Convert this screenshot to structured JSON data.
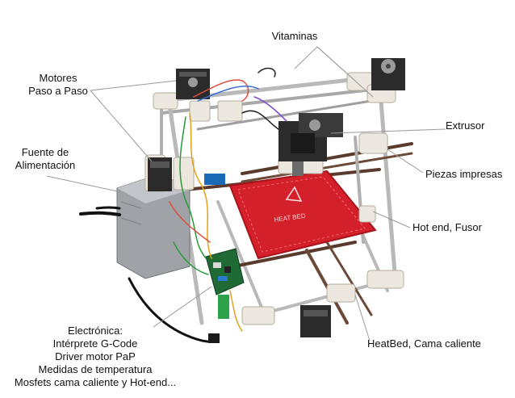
{
  "labels": {
    "vitaminas": "Vitaminas",
    "motores": [
      "Motores",
      "Paso a Paso"
    ],
    "fuente": [
      "Fuente de",
      "Alimentación"
    ],
    "extrusor": "Extrusor",
    "piezas": "Piezas impresas",
    "hotend": "Hot end, Fusor",
    "heatbed": "HeatBed, Cama caliente",
    "electronica": [
      "Electrónica:",
      "Intérprete G-Code",
      "Driver motor PaP",
      "Medidas de temperatura",
      "Mosfets cama caliente y Hot-end..."
    ]
  },
  "heatbed_marking": "HEAT BED",
  "colors": {
    "heatbed": "#d3202a",
    "heatbed_dark": "#a8141c",
    "rod": "#b9b9b9",
    "frame_dark": "#5a3a2c",
    "motor": "#2b2b2b",
    "pcb": "#1f6a35",
    "plastic": "#ece8df",
    "psu": "#9fa3a8"
  }
}
